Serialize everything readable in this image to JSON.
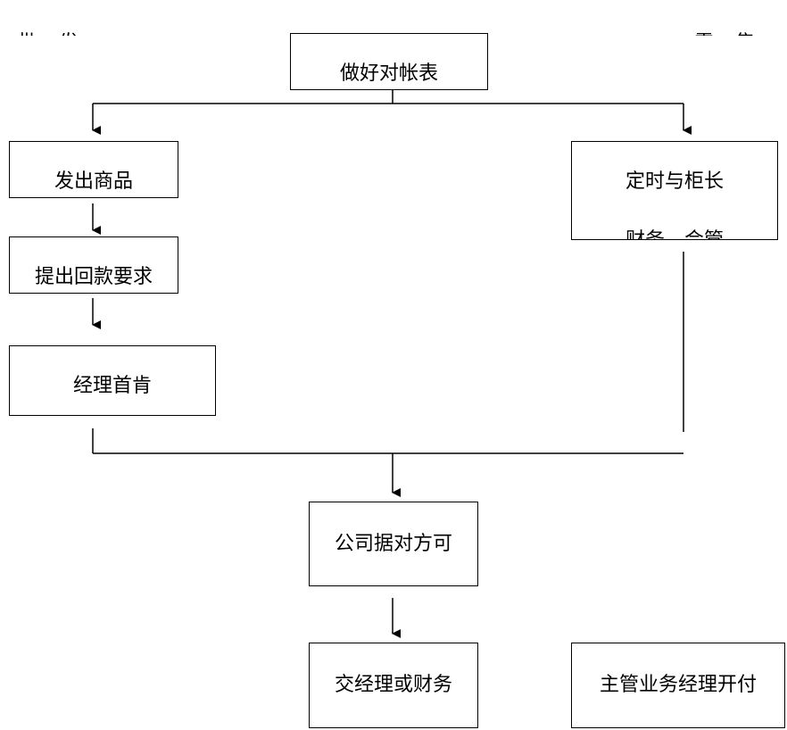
{
  "header": {
    "left_label": "批发",
    "right_label": "零售"
  },
  "nodes": {
    "prepare_statement": "做好对帐表",
    "ship_goods": "发出商品",
    "request_payment": "提出回款要求",
    "manager_approval": "经理首肯",
    "scheduled_check": "定时与柜长",
    "finance_accounting": "财务、会管",
    "company_reconcile": "公司据对方可",
    "submit_finance": "交经理或财务",
    "supervisor_issue": "主管业务经理开付"
  }
}
